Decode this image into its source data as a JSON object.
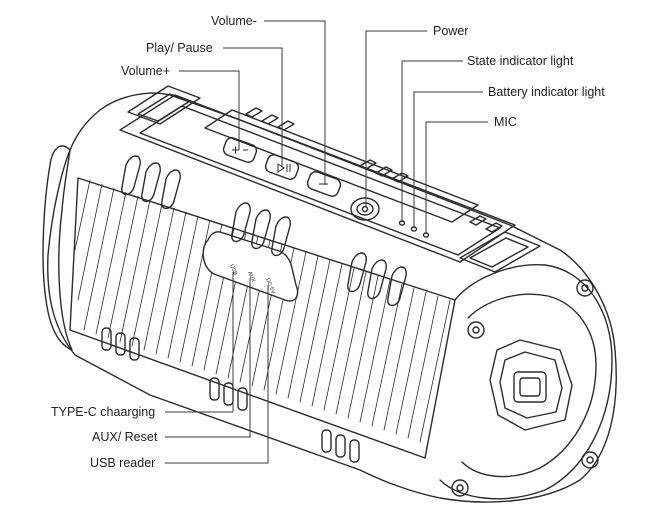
{
  "labels": {
    "volume_minus": "Volume-",
    "play_pause": "Play/ Pause",
    "volume_plus": "Volume+",
    "power": "Power",
    "state_indicator": "State indicator light",
    "battery_indicator": "Battery indicator light",
    "mic": "MIC",
    "type_c": "TYPE-C chaarging",
    "aux_reset": "AUX/ Reset",
    "usb_reader": "USB reader"
  },
  "port_labels": {
    "usb": "USB",
    "aux": "AUX",
    "dc": "DC 5V"
  },
  "colors": {
    "line": "#2b2b2b",
    "leader": "#3a3a3a",
    "body": "#ffffff"
  }
}
